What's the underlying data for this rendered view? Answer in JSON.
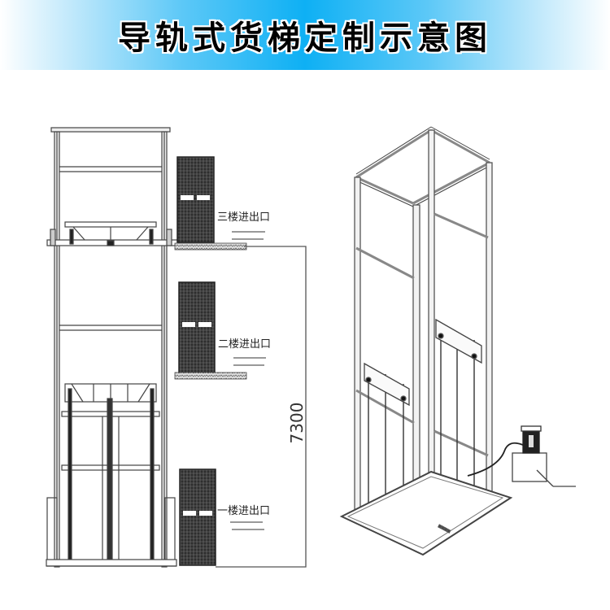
{
  "header": {
    "title": "导轨式货梯定制示意图",
    "gradient_center_color": "#0eb0f4",
    "gradient_edge_color": "#ffffff"
  },
  "front_elevation": {
    "floors": [
      {
        "label": "三楼进出口",
        "level": 3
      },
      {
        "label": "二楼进出口",
        "level": 2
      },
      {
        "label": "一楼进出口",
        "level": 1
      }
    ],
    "dimension": {
      "value": "7300",
      "orientation": "vertical"
    }
  },
  "isometric_view": {
    "description": "guide-rail cargo lift shaft frame with hydraulic pump station",
    "components": [
      "steel-frame-shaft",
      "guide-rails",
      "car-platform",
      "hydraulic-pump-station",
      "base-pit-frame"
    ]
  },
  "colors": {
    "line": "#444444",
    "door_fill": "#3a3a3a",
    "background": "#ffffff"
  }
}
